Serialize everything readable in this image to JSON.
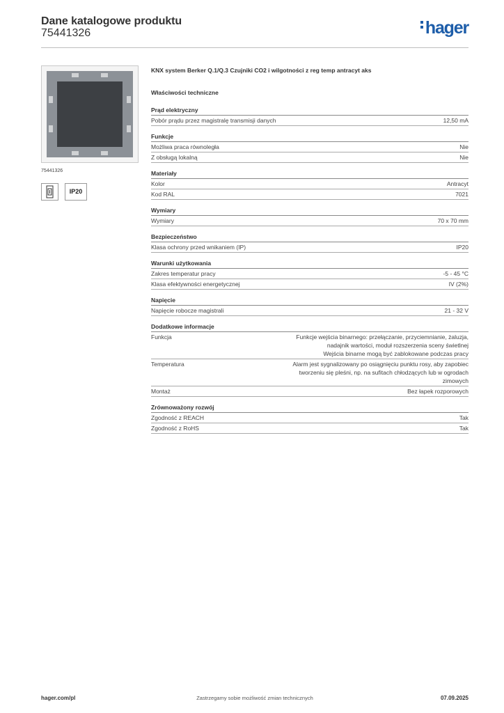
{
  "header": {
    "title": "Dane katalogowe produktu",
    "product_number": "75441326",
    "logo_text": "hager",
    "brand_color": "#1d5da9"
  },
  "product": {
    "image_code": "75441326",
    "ip_badge": "IP20",
    "name": "KNX system Berker Q.1/Q.3 Czujniki CO2 i wilgotności z reg temp antracyt aks"
  },
  "tech_title": "Właściwości techniczne",
  "sections": [
    {
      "title": "Prąd elektryczny",
      "rows": [
        {
          "k": "Pobór prądu przez magistralę transmisji danych",
          "v": "12,50 mA"
        }
      ]
    },
    {
      "title": "Funkcje",
      "rows": [
        {
          "k": "Możliwa praca równoległa",
          "v": "Nie"
        },
        {
          "k": "Z obsługą lokalną",
          "v": "Nie"
        }
      ]
    },
    {
      "title": "Materiały",
      "rows": [
        {
          "k": "Kolor",
          "v": "Antracyt"
        },
        {
          "k": "Kod RAL",
          "v": "7021"
        }
      ]
    },
    {
      "title": "Wymiary",
      "rows": [
        {
          "k": "Wymiary",
          "v": "70 x 70 mm"
        }
      ]
    },
    {
      "title": "Bezpieczeństwo",
      "rows": [
        {
          "k": "Klasa ochrony przed wnikaniem (IP)",
          "v": "IP20"
        }
      ]
    },
    {
      "title": "Warunki użytkowania",
      "rows": [
        {
          "k": "Zakres temperatur pracy",
          "v": "-5 - 45 °C"
        },
        {
          "k": "Klasa efektywności energetycznej",
          "v": "IV (2%)"
        }
      ]
    },
    {
      "title": "Napięcie",
      "rows": [
        {
          "k": "Napięcie robocze magistrali",
          "v": "21 - 32 V"
        }
      ]
    },
    {
      "title": "Dodatkowe informacje",
      "rows": [
        {
          "k": "Funkcja",
          "v": "Funkcje wejścia binarnego: przełączanie, przyciemnianie, żaluzja, nadajnik wartości, moduł rozszerzenia sceny świetlnej\nWejścia binarne mogą być zablokowane podczas pracy",
          "multi": true
        },
        {
          "k": "Temperatura",
          "v": "Alarm jest sygnalizowany po osiągnięciu punktu rosy, aby zapobiec tworzeniu się pleśni, np. na sufitach chłodzących lub w ogrodach zimowych",
          "multi": true
        },
        {
          "k": "Montaż",
          "v": "Bez łapek rozporowych"
        }
      ]
    },
    {
      "title": "Zrównoważony rozwój",
      "rows": [
        {
          "k": "Zgodność z REACH",
          "v": "Tak"
        },
        {
          "k": "Zgodność z RoHS",
          "v": "Tak"
        }
      ]
    }
  ],
  "footer": {
    "website": "hager.com/pl",
    "disclaimer": "Zastrzegamy sobie możliwość zmian technicznych",
    "date": "07.09.2025"
  }
}
